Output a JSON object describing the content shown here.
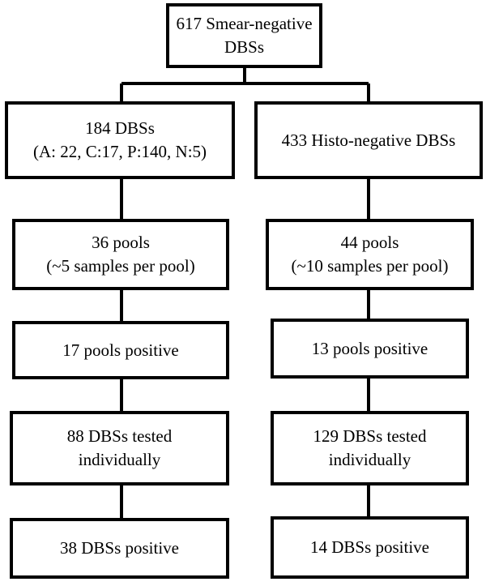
{
  "flowchart": {
    "root": {
      "line1": "617 Smear-negative",
      "line2": "DBSs"
    },
    "left": {
      "level1": {
        "line1": "184 DBSs",
        "line2": "(A: 22, C:17, P:140, N:5)"
      },
      "level2": {
        "line1": "36 pools",
        "line2": "(~5 samples per pool)"
      },
      "level3": {
        "line1": "17 pools positive"
      },
      "level4": {
        "line1": "88 DBSs tested",
        "line2": "individually"
      },
      "level5": {
        "line1": "38 DBSs positive"
      }
    },
    "right": {
      "level1": {
        "line1": "433 Histo-negative DBSs"
      },
      "level2": {
        "line1": "44 pools",
        "line2": "(~10 samples per pool)"
      },
      "level3": {
        "line1": "13 pools positive"
      },
      "level4": {
        "line1": "129 DBSs tested",
        "line2": "individually"
      },
      "level5": {
        "line1": "14 DBSs positive"
      }
    }
  }
}
